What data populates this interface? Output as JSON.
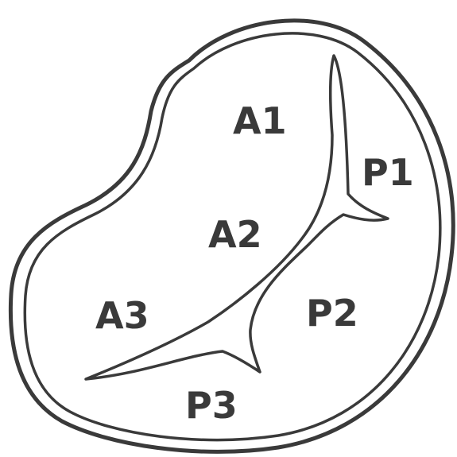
{
  "labels": {
    "a1": "A1",
    "a2": "A2",
    "a3": "A3",
    "p1": "P1",
    "p2": "P2",
    "p3": "P3"
  },
  "colors": {
    "stroke": "#3a3a3a",
    "background": "#ffffff"
  }
}
